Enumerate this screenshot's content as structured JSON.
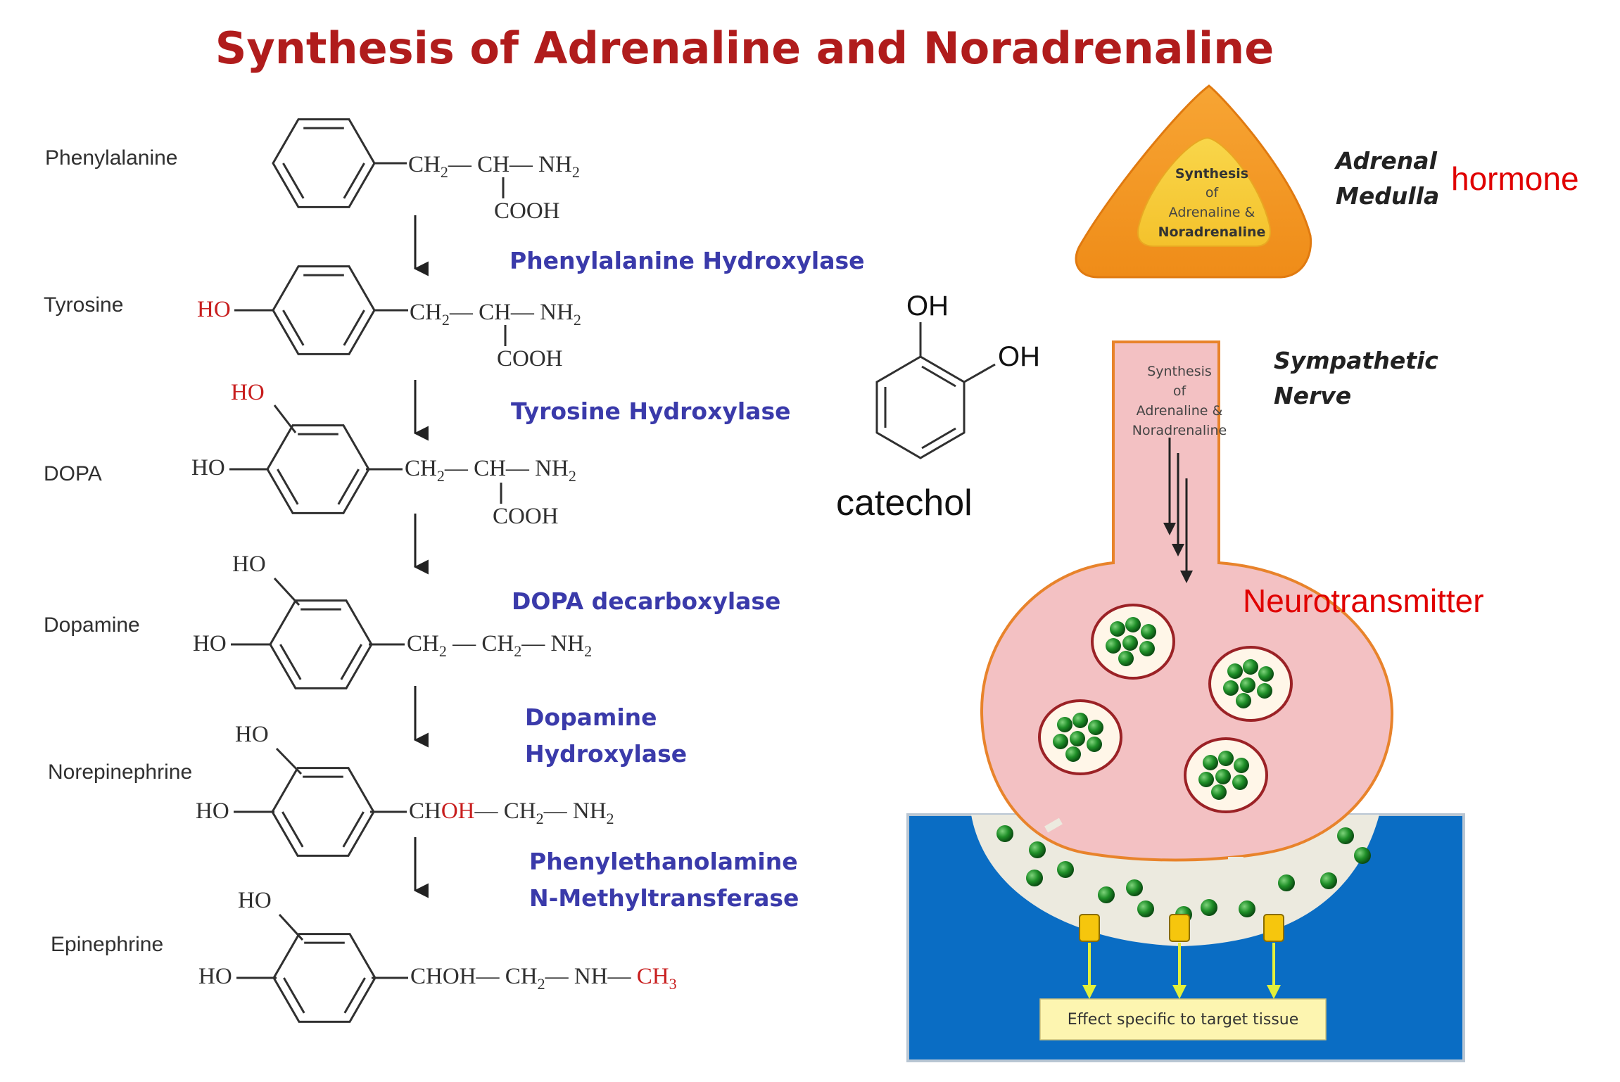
{
  "title": "Synthesis of Adrenaline and Noradrenaline",
  "pathway": {
    "compounds": [
      {
        "name": "Phenylalanine",
        "side_chain": [
          "CH",
          "2",
          "— CH— NH",
          "2"
        ],
        "cooh": "COOH"
      },
      {
        "name": "Tyrosine",
        "ho_para": "HO",
        "side_chain": [
          "CH",
          "2",
          "— CH— NH",
          "2"
        ],
        "cooh": "COOH"
      },
      {
        "name": "DOPA",
        "ho_meta": "HO",
        "ho_para": "HO",
        "side_chain": [
          "CH",
          "2",
          "— CH— NH",
          "2"
        ],
        "cooh": "COOH"
      },
      {
        "name": "Dopamine",
        "ho_meta": "HO",
        "ho_para": "HO",
        "side_chain": [
          "CH",
          "2",
          " — CH",
          "2",
          "— NH",
          "2"
        ]
      },
      {
        "name": "Norepinephrine",
        "ho_meta": "HO",
        "ho_para": "HO",
        "side_chain": [
          "CH",
          "OH",
          "— CH",
          "2",
          "— NH",
          "2"
        ]
      },
      {
        "name": "Epinephrine",
        "ho_meta": "HO",
        "ho_para": "HO",
        "side_chain": [
          "CHOH",
          "— CH",
          "2",
          "— NH— ",
          "CH",
          "3"
        ]
      }
    ],
    "enzymes": [
      "Phenylalanine Hydroxylase",
      "Tyrosine Hydroxylase",
      "DOPA decarboxylase",
      "Dopamine",
      "Hydroxylase",
      "Phenylethanolamine",
      "N-Methyltransferase"
    ]
  },
  "catechol": {
    "oh1": "OH",
    "oh2": "OH",
    "label": "catechol"
  },
  "adrenal": {
    "inner": [
      "Synthesis",
      "of",
      "Adrenaline &",
      "Noradrenaline"
    ],
    "label": [
      "Adrenal",
      "Medulla"
    ],
    "role": "hormone"
  },
  "nerve": {
    "inner": [
      "Synthesis",
      "of",
      "Adrenaline &",
      "Noradrenaline"
    ],
    "label": [
      "Sympathetic",
      "Nerve"
    ],
    "role": "Neurotransmitter",
    "effect": "Effect specific to target tissue"
  },
  "colors": {
    "title": "#b01c1c",
    "enzyme": "#3a3aaa",
    "red_group": "#c81e1e",
    "red_label": "#e00000",
    "adrenal_outer": "#f39c1f",
    "adrenal_inner": "#f7cf3c",
    "neuron_fill": "#f3c1c3",
    "neuron_stroke": "#e8832b",
    "target_tissue": "#0a6dc4",
    "vesicle_fill": "#fff6e8",
    "vesicle_stroke": "#9b2226",
    "molecule": "#1f8f28",
    "receptor": "#f6c60d",
    "effect_box": "#fdf5b0"
  }
}
